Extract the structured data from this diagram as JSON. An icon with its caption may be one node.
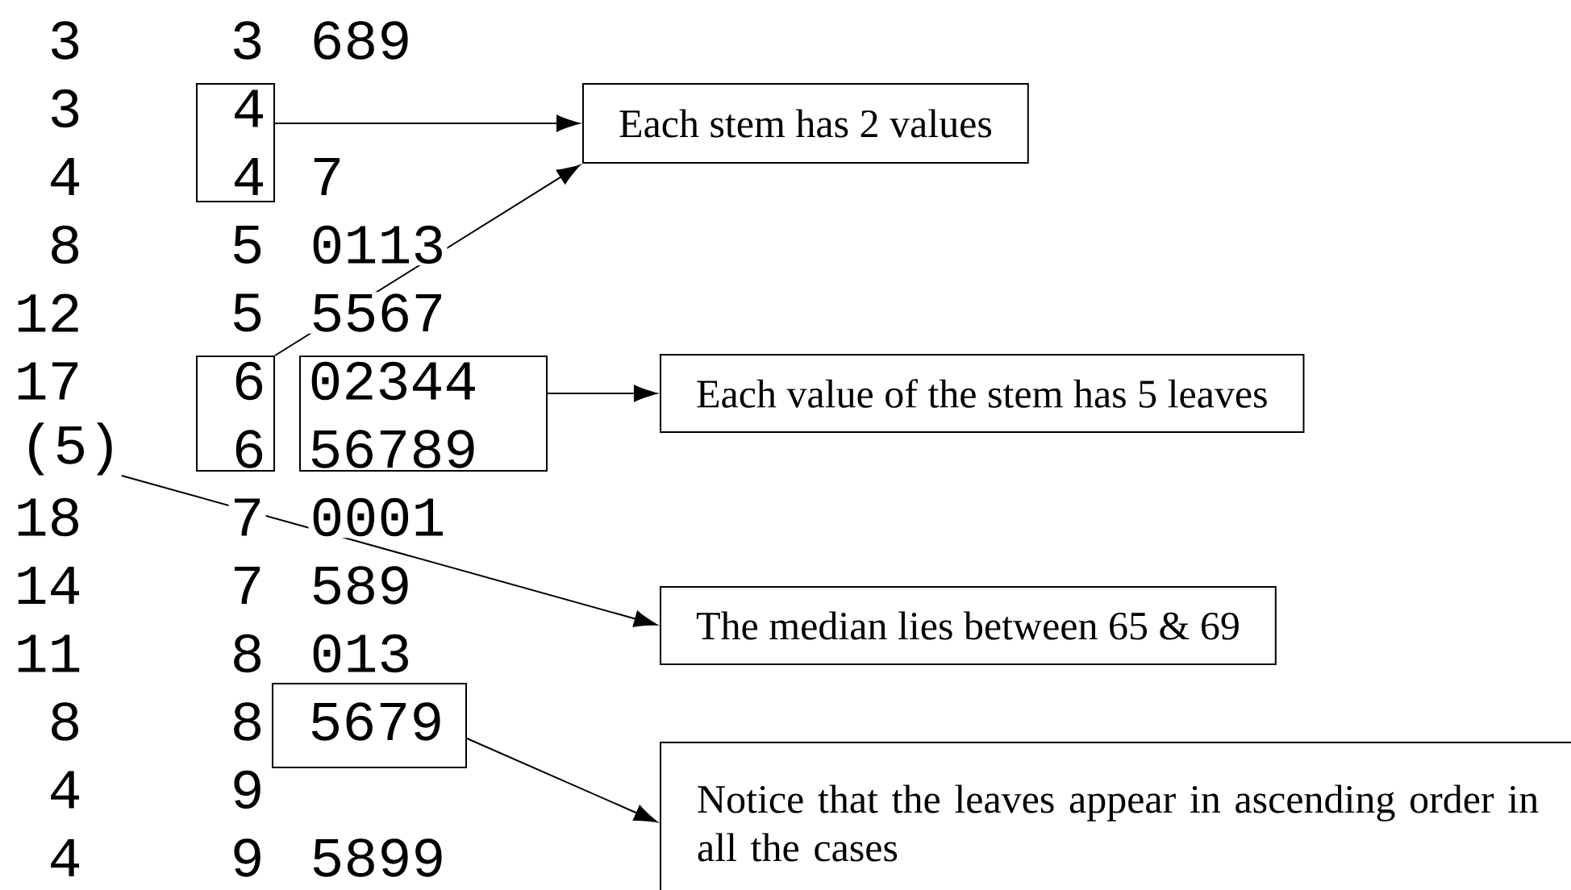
{
  "diagram": {
    "nodes": [
      {
        "text": [
          "4",
          "4"
        ]
      },
      {
        "text": [
          "Each stem has 2 values"
        ]
      },
      {
        "text": [
          "6",
          "6"
        ]
      },
      {
        "text": [
          "02344",
          "56789"
        ]
      },
      {
        "text": [
          "Each value of the stem has 5 leaves"
        ]
      },
      {
        "text": [
          "(5)"
        ]
      },
      {
        "text": [
          "The median lies between 65 & 69"
        ]
      },
      {
        "text": [
          "5679"
        ]
      },
      {
        "text": [
          "Notice that the leaves appear in ascending order in all the cases"
        ]
      }
    ],
    "edges": [
      {
        "from": 0,
        "to": 1,
        "arrow": "to"
      },
      {
        "from": 2,
        "to": 1,
        "arrow": "to"
      },
      {
        "from": 3,
        "to": 4,
        "arrow": "to"
      },
      {
        "from": 5,
        "to": 6,
        "arrow": "to"
      },
      {
        "from": 7,
        "to": 8,
        "arrow": "to"
      }
    ],
    "labels": [
      "3",
      "3",
      "689",
      "3",
      "4",
      "7",
      "8",
      "5",
      "0113",
      "12",
      "5",
      "5567",
      "17",
      "18",
      "7",
      "0001",
      "14",
      "7",
      "589",
      "11",
      "8",
      "013",
      "8",
      "8",
      "4",
      "9",
      "4",
      "9",
      "5899"
    ]
  }
}
